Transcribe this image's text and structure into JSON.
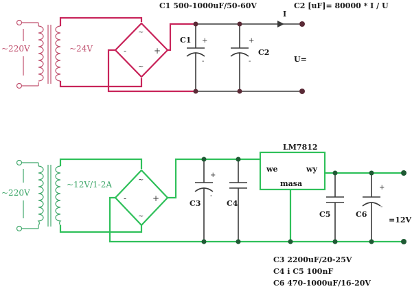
{
  "top_circuit": {
    "input_label": "~220V",
    "secondary_label": "~24V",
    "c1_rating": "C1 500-1000uF/50-60V",
    "c1_label": "C1",
    "c2_label": "C2",
    "formula": "C2  [uF]= 80000 * I / U",
    "current_label": "I",
    "output_label": "U=",
    "bridge_plus": "+",
    "bridge_minus": "-",
    "bridge_ac": "~"
  },
  "bottom_circuit": {
    "input_label": "~220V",
    "secondary_label": "~12V/1-2A",
    "c3_label": "C3",
    "c4_label": "C4",
    "c5_label": "C5",
    "c6_label": "C6",
    "regulator_name": "LM7812",
    "reg_in": "we",
    "reg_out": "wy",
    "reg_gnd": "masa",
    "output_label": "=12V",
    "bridge_plus": "+",
    "bridge_minus": "-",
    "bridge_ac": "~"
  },
  "notes": [
    "C3 2200uF/20-25V",
    "C4 i C5 100nF",
    "C6 470-1000uF/16-20V"
  ],
  "colors": {
    "red": "#c0506e",
    "red_wire": "#c8245a",
    "green": "#3fa76a",
    "green_wire": "#2fc05a",
    "dark": "#3a3a3a",
    "node": "#5a2a36",
    "node_green": "#1f5a34"
  }
}
